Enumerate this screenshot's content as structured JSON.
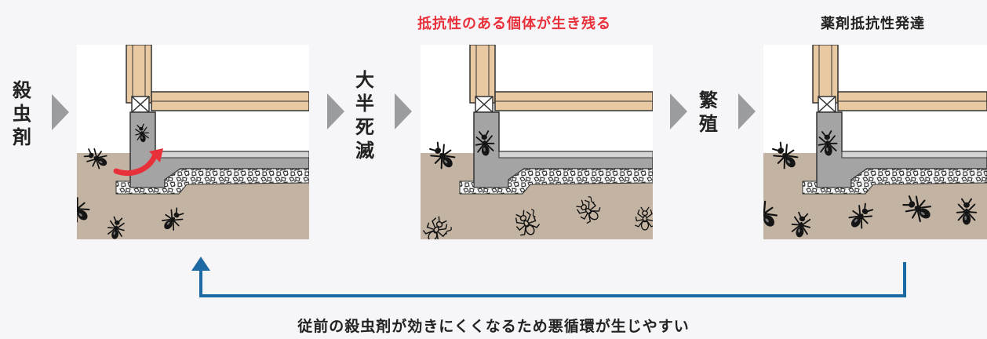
{
  "captions": {
    "middle": "抵抗性のある個体が生き残る",
    "right": "薬剤抵抗性発達"
  },
  "labels": {
    "insecticide": [
      "殺",
      "虫",
      "剤"
    ],
    "mostly_killed": [
      "大",
      "半",
      "死",
      "滅"
    ],
    "breeding": [
      "繁",
      "殖"
    ]
  },
  "cycle_text": "従前の殺虫剤が効きにくくなるため悪循環が生じやすい",
  "colors": {
    "accent_red": "#e8303a",
    "arrow_blue": "#1c6aa4",
    "wood": "#e9c9a2",
    "soil": "#c2b3a2",
    "concrete": "#a4a4a4",
    "chevron": "#9a9ca0"
  },
  "icons": [
    "ant-icon",
    "dead-ant-icon",
    "chevron-right-icon",
    "curved-arrow-icon"
  ]
}
